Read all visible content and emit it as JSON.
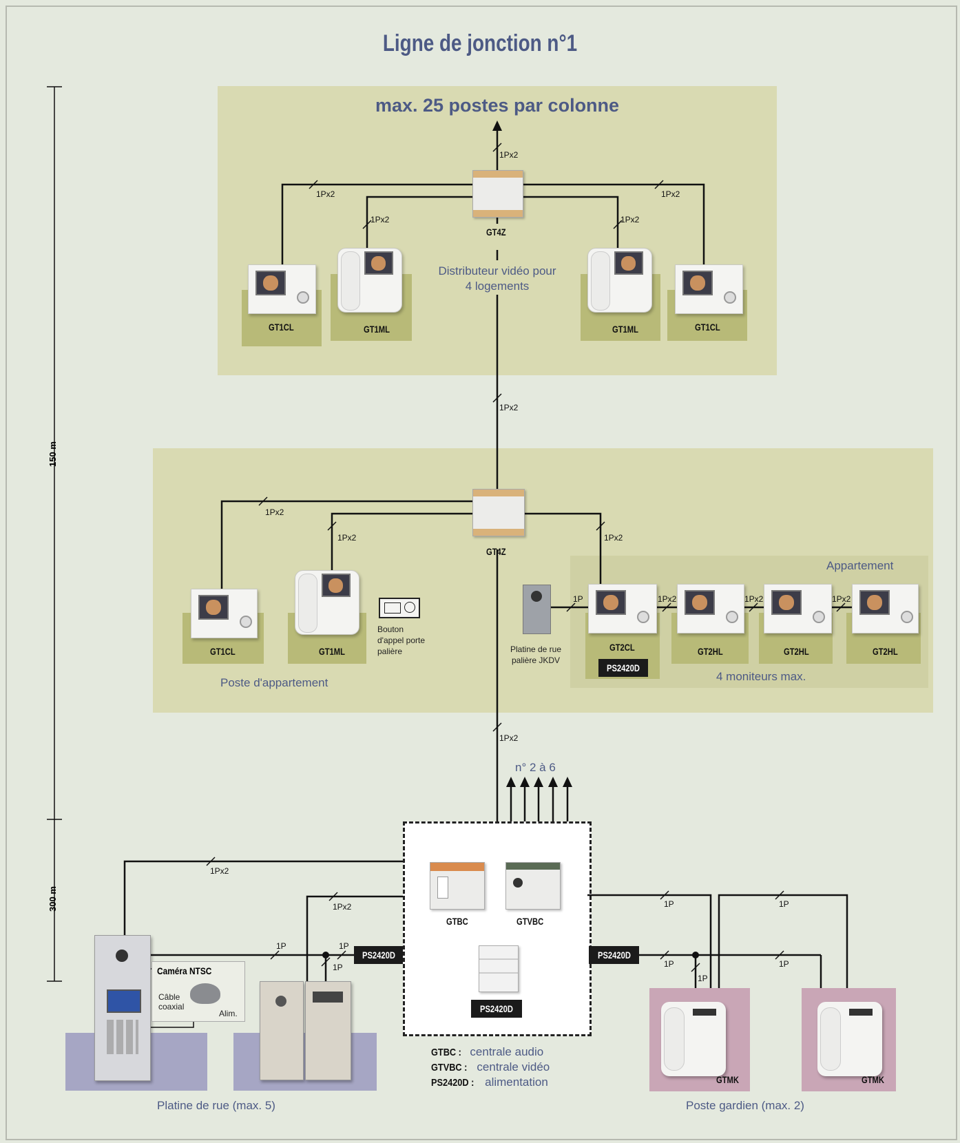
{
  "title": "Ligne de jonction n°1",
  "scale": {
    "top": "150 m",
    "bottom": "300 m"
  },
  "top_zone": {
    "heading": "max. 25 postes par colonne",
    "distributor": "GT4Z",
    "distributor_caption": "Distributeur vidéo pour 4 logements",
    "devices": [
      "GT1CL",
      "GT1ML",
      "GT1ML",
      "GT1CL"
    ]
  },
  "mid_zone": {
    "distributor": "GT4Z",
    "devices": [
      "GT1CL",
      "GT1ML"
    ],
    "bouton_caption": "Bouton d'appel porte palière",
    "poste_caption": "Poste d'appartement",
    "platine_jkdv_caption": "Platine de rue palière JKDV",
    "appartement_label": "Appartement",
    "monitors": [
      "GT2CL",
      "GT2HL",
      "GT2HL",
      "GT2HL"
    ],
    "monitors_caption": "4 moniteurs max.",
    "ps_badge": "PS2420D"
  },
  "wires": {
    "w1px2": "1Px2",
    "w1p": "1P"
  },
  "risers_label": "n° 2 à 6",
  "central": {
    "gtbc": "GTBC",
    "gtvbc": "GTVBC",
    "ps": "PS2420D"
  },
  "left_ps_badge": "PS2420D",
  "right_ps_badge": "PS2420D",
  "camera": {
    "title": "Caméra NTSC",
    "cable": "Câble coaxial",
    "alim": "Alim."
  },
  "platine_caption": "Platine de rue (max. 5)",
  "gardien": {
    "devices": [
      "GTMK",
      "GTMK"
    ],
    "caption": "Poste gardien (max. 2)"
  },
  "legend": [
    {
      "code": "GTBC :",
      "text": "centrale audio"
    },
    {
      "code": "GTVBC :",
      "text": "centrale vidéo"
    },
    {
      "code": "PS2420D :",
      "text": "alimentation"
    }
  ],
  "colors": {
    "frame": "#e4e9de",
    "zone": "#d9dab2",
    "label_plate": "#b8ba78",
    "title_blue": "#4d5a85",
    "gardien_bg": "#c9a6b6",
    "platine_bg": "#a6a6c4"
  }
}
